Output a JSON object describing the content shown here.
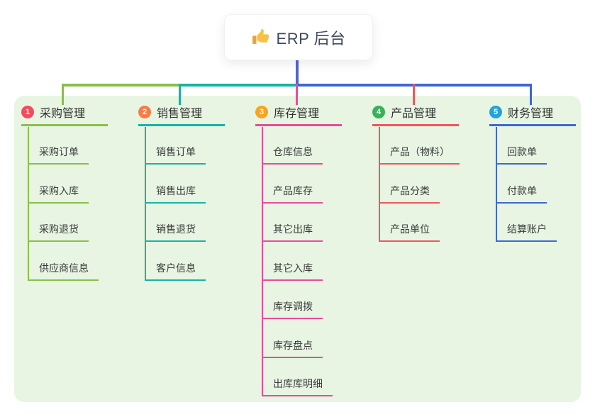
{
  "root": {
    "label": "ERP 后台",
    "icon": "thumbs-up",
    "line_color": "#5363d3"
  },
  "panel": {
    "background": "#e7f5e2"
  },
  "branches": [
    {
      "badge": "1",
      "title": "采购管理",
      "badge_color": "#f24c5d",
      "line_color": "#8abf4b",
      "items": [
        "采购订单",
        "采购入库",
        "采购退货",
        "供应商信息"
      ]
    },
    {
      "badge": "2",
      "title": "销售管理",
      "badge_color": "#f97c47",
      "line_color": "#17b3a6",
      "items": [
        "销售订单",
        "销售出库",
        "销售退货",
        "客户信息"
      ]
    },
    {
      "badge": "3",
      "title": "库存管理",
      "badge_color": "#f8a41f",
      "line_color": "#e94b9e",
      "items": [
        "仓库信息",
        "产品库存",
        "其它出库",
        "其它入库",
        "库存调拨",
        "库存盘点",
        "出库库明细"
      ]
    },
    {
      "badge": "4",
      "title": "产品管理",
      "badge_color": "#32b457",
      "line_color": "#f2555d",
      "items": [
        "产品（物料）",
        "产品分类",
        "产品单位"
      ]
    },
    {
      "badge": "5",
      "title": "财务管理",
      "badge_color": "#23a2dc",
      "line_color": "#3f68d1",
      "items": [
        "回款单",
        "付款单",
        "结算账户"
      ]
    }
  ]
}
